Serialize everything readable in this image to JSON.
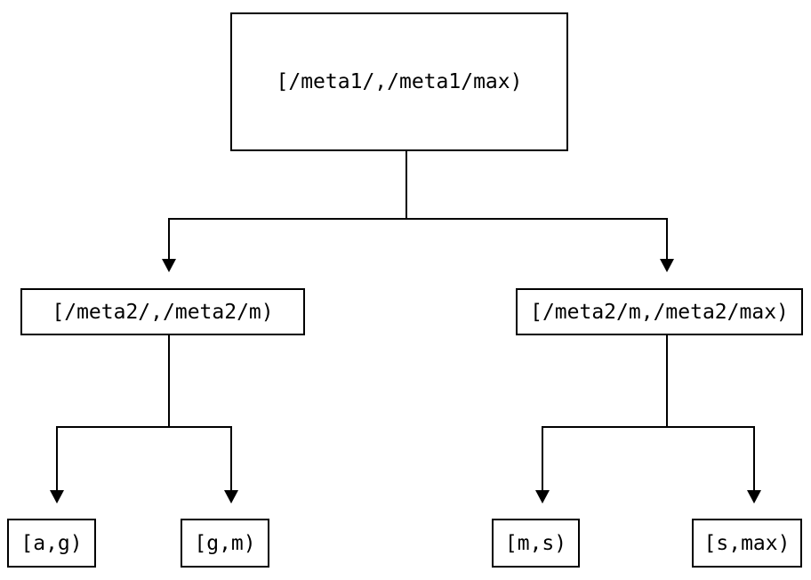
{
  "diagram": {
    "type": "tree",
    "colors": {
      "line": "#000000",
      "text": "#000000",
      "background": "#ffffff",
      "node_fill": "#ffffff",
      "node_border": "#000000"
    },
    "root": {
      "id": "root",
      "label": "[/meta1/,/meta1/max)"
    },
    "level2": [
      {
        "id": "l2-left",
        "label": "[/meta2/,/meta2/m)"
      },
      {
        "id": "l2-right",
        "label": "[/meta2/m,/meta2/max)"
      }
    ],
    "leaves": [
      {
        "id": "leaf-ag",
        "label": "[a,g)"
      },
      {
        "id": "leaf-gm",
        "label": "[g,m)"
      },
      {
        "id": "leaf-ms",
        "label": "[m,s)"
      },
      {
        "id": "leaf-smax",
        "label": "[s,max)"
      }
    ],
    "edges": [
      {
        "from": "root",
        "to": "l2-left",
        "arrow": "down"
      },
      {
        "from": "root",
        "to": "l2-right",
        "arrow": "down"
      },
      {
        "from": "l2-left",
        "to": "leaf-ag",
        "arrow": "down"
      },
      {
        "from": "l2-left",
        "to": "leaf-gm",
        "arrow": "down"
      },
      {
        "from": "l2-right",
        "to": "leaf-ms",
        "arrow": "down"
      },
      {
        "from": "l2-right",
        "to": "leaf-smax",
        "arrow": "down"
      }
    ]
  }
}
